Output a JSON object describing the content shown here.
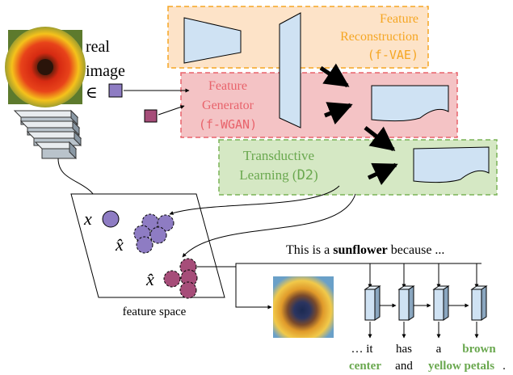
{
  "colors": {
    "vae_fill": "#fde3c8",
    "vae_border": "#f5a623",
    "vae_text": "#f5a623",
    "wgan_fill": "#f4c3c5",
    "wgan_border": "#e8636b",
    "wgan_text": "#e8636b",
    "d2_fill": "#d5e8c4",
    "d2_border": "#7ab356",
    "d2_text": "#6aa84f",
    "network_fill": "#cfe2f3",
    "real_feature": "#8e7cc3",
    "noise": "#a64d79",
    "green_word": "#6aa84f"
  },
  "labels": {
    "real": "real",
    "image": "image",
    "in_symbol": "∈",
    "vae_title_1": "Feature",
    "vae_title_2": "Reconstruction",
    "vae_code": "(f-VAE)",
    "wgan_title_1": "Feature",
    "wgan_title_2": "Generator",
    "wgan_code": "(f-WGAN)",
    "d2_title_1": "Transductive",
    "d2_title_2": "Learning (",
    "d2_code": "D2",
    "d2_close": ")",
    "x_real": "x",
    "x_hat_1": "x̂",
    "x_hat_2": "x̂",
    "feature_space": "feature space"
  },
  "caption": {
    "prefix": "This is a ",
    "bold": "sunflower",
    "suffix": " because ..."
  },
  "words": {
    "w1": "… it",
    "w2": "has",
    "w3": "a",
    "w4": "brown",
    "w5": "center",
    "w6": "and",
    "w7": "yellow petals",
    "w8": "."
  },
  "icons": {
    "flower": "sunflower-photo",
    "cnn": "cnn-stack",
    "crop": "flower-crop-photo"
  }
}
